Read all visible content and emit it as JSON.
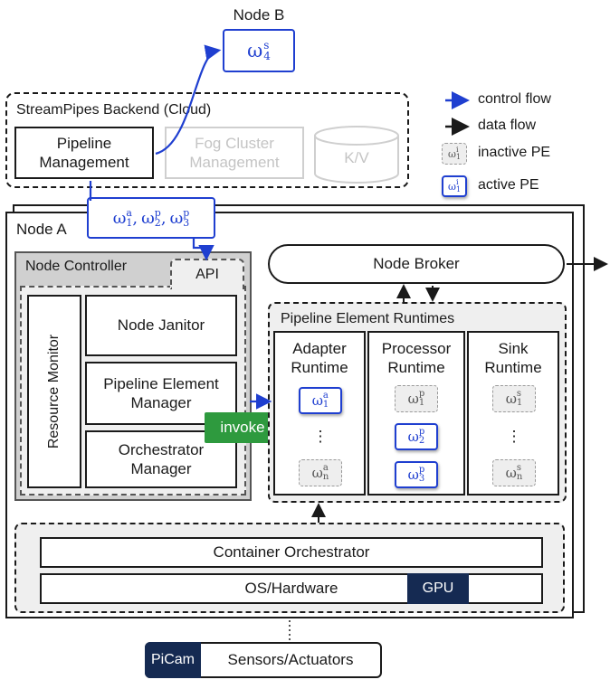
{
  "node_b": {
    "title": "Node B",
    "symbol": "ω",
    "sub": "4",
    "sup": "s"
  },
  "backend": {
    "title": "StreamPipes Backend (Cloud)",
    "pipeline_management": "Pipeline Management",
    "fog_cluster": "Fog Cluster Management",
    "kv": "K/V"
  },
  "legend": {
    "control_flow": "control flow",
    "data_flow": "data flow",
    "inactive_pe": "inactive PE",
    "active_pe": "active PE",
    "icon_symbol": "ω",
    "icon_sub": "1",
    "icon_sup": "i"
  },
  "deploy_label": {
    "items": [
      {
        "symbol": "ω",
        "sub": "1",
        "sup": "a"
      },
      {
        "symbol": "ω",
        "sub": "2",
        "sup": "p"
      },
      {
        "symbol": "ω",
        "sub": "3",
        "sup": "p"
      }
    ],
    "separator": ","
  },
  "node_a": {
    "title": "Node A",
    "node_controller": "Node Controller",
    "api": "API",
    "resource_monitor": "Resource Monitor",
    "node_janitor": "Node Janitor",
    "pe_manager": "Pipeline Element Manager",
    "orchestrator_manager": "Orchestrator Manager",
    "invoke": "invoke",
    "node_broker": "Node Broker",
    "runtimes_title": "Pipeline Element Runtimes",
    "adapter_runtime": "Adapter Runtime",
    "processor_runtime": "Processor Runtime",
    "sink_runtime": "Sink Runtime",
    "ellipsis": "⋮",
    "adapter": {
      "pe1": {
        "sym": "ω",
        "sub": "1",
        "sup": "a"
      },
      "pen": {
        "sym": "ω",
        "sub": "n",
        "sup": "a"
      }
    },
    "processor": {
      "pe1": {
        "sym": "ω",
        "sub": "1",
        "sup": "p"
      },
      "pe2": {
        "sym": "ω",
        "sub": "2",
        "sup": "p"
      },
      "pe3": {
        "sym": "ω",
        "sub": "3",
        "sup": "p"
      }
    },
    "sink": {
      "pe1": {
        "sym": "ω",
        "sub": "1",
        "sup": "s"
      },
      "pen": {
        "sym": "ω",
        "sub": "n",
        "sup": "s"
      }
    },
    "container_orchestrator": "Container Orchestrator",
    "os_hardware": "OS/Hardware",
    "gpu": "GPU"
  },
  "peripherals": {
    "picam": "PiCam",
    "sensors": "Sensors/Actuators"
  },
  "colors": {
    "blue": "#1f3fd0",
    "green": "#2e9a3e",
    "navy": "#152a52",
    "gray_panel": "#d0d0d0",
    "light_gray": "#efefef"
  }
}
